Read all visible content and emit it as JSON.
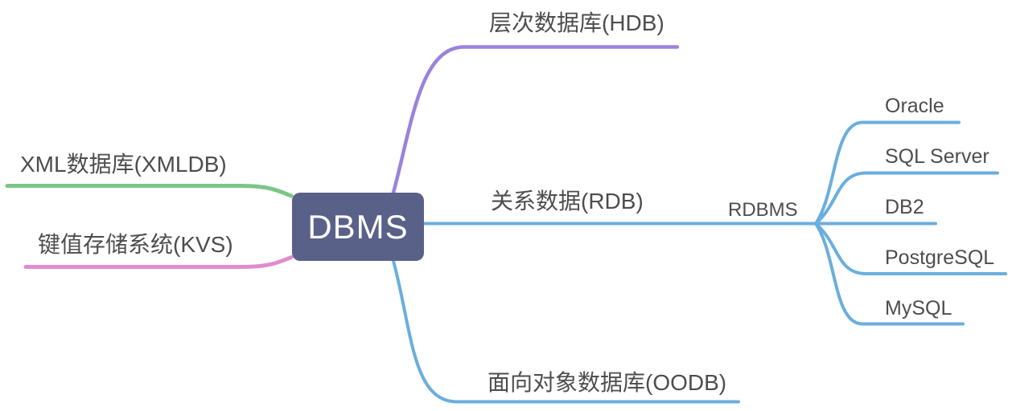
{
  "app": {
    "background": "#ffffff",
    "text_color": "#4d4d4d"
  },
  "root": {
    "label": "DBMS",
    "fill": "#5a6189",
    "text_color": "#ffffff"
  },
  "branches": {
    "xmldb": {
      "label": "XML数据库(XMLDB)",
      "color": "#7dc489"
    },
    "kvs": {
      "label": "键值存储系统(KVS)",
      "color": "#e18bd0"
    },
    "hdb": {
      "label": "层次数据库(HDB)",
      "color": "#9b82dd"
    },
    "rdb": {
      "label": "关系数据(RDB)",
      "color": "#6aaede"
    },
    "oodb": {
      "label": "面向对象数据库(OODB)",
      "color": "#6aaede"
    },
    "rdbms": {
      "label": "RDBMS",
      "color": "#6aaede",
      "children": [
        {
          "label": "Oracle"
        },
        {
          "label": "SQL Server"
        },
        {
          "label": "DB2"
        },
        {
          "label": "PostgreSQL"
        },
        {
          "label": "MySQL"
        }
      ]
    }
  }
}
